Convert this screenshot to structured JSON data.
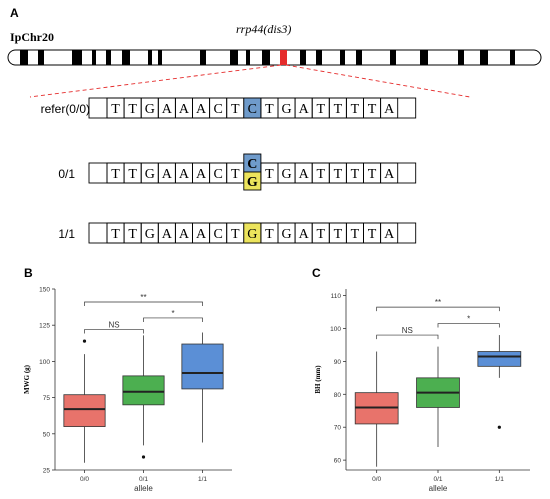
{
  "panel_a": {
    "label": "A",
    "chromosome": "IpChr20",
    "gene": "rrp44(dis3)",
    "rows": [
      {
        "label": "refer(0/0)",
        "bases_left": [
          "T",
          "T",
          "G",
          "A",
          "A",
          "A",
          "C",
          "T"
        ],
        "snp": [
          "C"
        ],
        "bases_right": [
          "T",
          "G",
          "A",
          "T",
          "T",
          "T",
          "T",
          "A"
        ]
      },
      {
        "label": "0/1",
        "bases_left": [
          "T",
          "T",
          "G",
          "A",
          "A",
          "A",
          "C",
          "T"
        ],
        "snp": [
          "C",
          "G"
        ],
        "bases_right": [
          "T",
          "G",
          "A",
          "T",
          "T",
          "T",
          "T",
          "A"
        ]
      },
      {
        "label": "1/1",
        "bases_left": [
          "T",
          "T",
          "G",
          "A",
          "A",
          "A",
          "C",
          "T"
        ],
        "snp": [
          "G"
        ],
        "bases_right": [
          "T",
          "G",
          "A",
          "T",
          "T",
          "T",
          "T",
          "A"
        ]
      }
    ],
    "colors": {
      "C": "#6f9bcb",
      "G": "#ece45c",
      "marker": "#e52b2b"
    }
  },
  "panel_b": {
    "label": "B",
    "chart_data": {
      "type": "box",
      "categories": [
        "0/0",
        "0/1",
        "1/1"
      ],
      "xlabel": "allele",
      "ylabel": "MWG (g)",
      "ylim": [
        25,
        150
      ],
      "yticks": [
        25,
        50,
        75,
        100,
        125,
        150
      ],
      "boxes": [
        {
          "name": "0/0",
          "whisker_low": 30,
          "q1": 55,
          "median": 67,
          "q3": 77,
          "whisker_high": 105,
          "outliers": [
            114
          ]
        },
        {
          "name": "0/1",
          "whisker_low": 42,
          "q1": 70,
          "median": 79,
          "q3": 90,
          "whisker_high": 118,
          "outliers": [
            34
          ]
        },
        {
          "name": "1/1",
          "whisker_low": 44,
          "q1": 81,
          "median": 92,
          "q3": 112,
          "whisker_high": 120,
          "outliers": []
        }
      ],
      "colors": [
        "#e8736b",
        "#4caf50",
        "#5b8fd6"
      ],
      "brackets": [
        {
          "from": "0/0",
          "to": "0/1",
          "label": "NS",
          "y": 122
        },
        {
          "from": "0/1",
          "to": "1/1",
          "label": "*",
          "y": 130
        },
        {
          "from": "0/0",
          "to": "1/1",
          "label": "**",
          "y": 141
        }
      ]
    }
  },
  "panel_c": {
    "label": "C",
    "chart_data": {
      "type": "box",
      "categories": [
        "0/0",
        "0/1",
        "1/1"
      ],
      "xlabel": "allele",
      "ylabel": "BH (mm)",
      "ylim": [
        57,
        112
      ],
      "yticks": [
        60,
        70,
        80,
        90,
        100,
        110
      ],
      "boxes": [
        {
          "name": "0/0",
          "whisker_low": 58,
          "q1": 71,
          "median": 76,
          "q3": 80.5,
          "whisker_high": 93,
          "outliers": []
        },
        {
          "name": "0/1",
          "whisker_low": 64,
          "q1": 76,
          "median": 80.5,
          "q3": 85,
          "whisker_high": 94.5,
          "outliers": []
        },
        {
          "name": "1/1",
          "whisker_low": 85,
          "q1": 88.5,
          "median": 91.5,
          "q3": 93,
          "whisker_high": 98,
          "outliers": [
            70
          ]
        }
      ],
      "colors": [
        "#e8736b",
        "#4caf50",
        "#5b8fd6"
      ],
      "brackets": [
        {
          "from": "0/0",
          "to": "0/1",
          "label": "NS",
          "y": 98
        },
        {
          "from": "0/1",
          "to": "1/1",
          "label": "*",
          "y": 101.5
        },
        {
          "from": "0/0",
          "to": "1/1",
          "label": "**",
          "y": 106.5
        }
      ]
    }
  }
}
